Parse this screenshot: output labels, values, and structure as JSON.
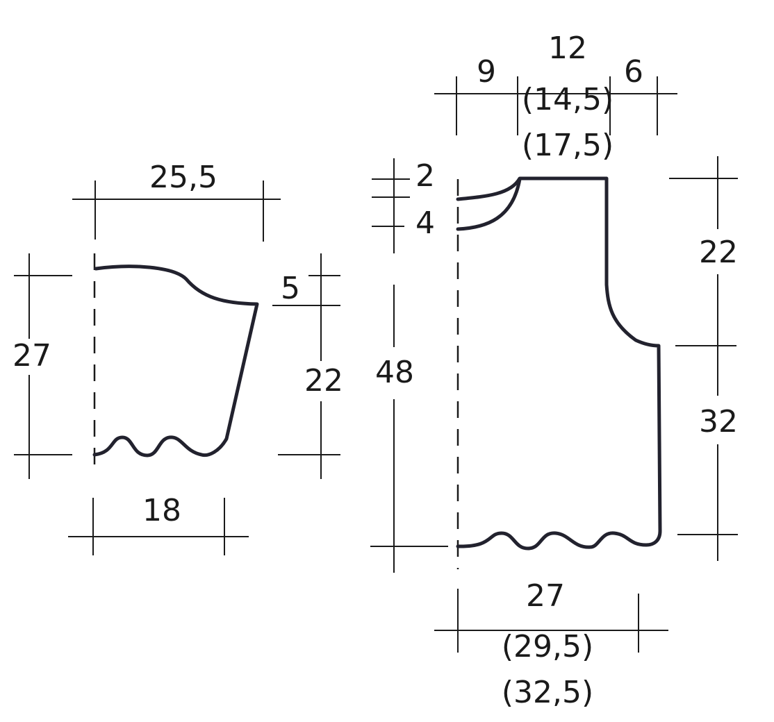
{
  "sleeve": {
    "top_width": "25,5",
    "total_length": "27",
    "cap_height": "5",
    "underarm_length": "22",
    "bottom_width": "18"
  },
  "body": {
    "shoulder_left": "9",
    "neck_width": [
      "12",
      "(14,5)",
      "(17,5)"
    ],
    "shoulder_right": "6",
    "neck_back": "2",
    "neck_front": "4",
    "total_length": "48",
    "armhole_depth": "22",
    "side_length": "32",
    "bottom_width": [
      "27",
      "(29,5)",
      "(32,5)"
    ]
  }
}
